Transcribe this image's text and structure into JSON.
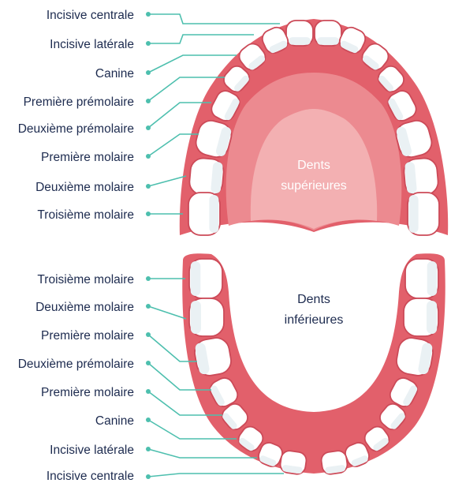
{
  "upper": {
    "center_label": [
      "Dents",
      "supérieures"
    ],
    "labels": [
      "Incisive centrale",
      "Incisive latérale",
      "Canine",
      "Première prémolaire",
      "Deuxième prémolaire",
      "Première molaire",
      "Deuxième molaire",
      "Troisième molaire"
    ]
  },
  "lower": {
    "center_label": [
      "Dents",
      "inférieures"
    ],
    "labels": [
      "Troisième molaire",
      "Deuxième molaire",
      "Première molaire",
      "Deuxième prémolaire",
      "Première molaire",
      "Canine",
      "Incisive latérale",
      "Incisive centrale"
    ]
  },
  "colors": {
    "gum": "#e2606b",
    "gum_dark": "#cc4a58",
    "palate": "#ec8a90",
    "palate_light": "#f3b0b2",
    "leader": "#4dbfae",
    "label_text": "#1d2b4f",
    "tooth_fill": "#ffffff",
    "tooth_shade": "#eaf1f4"
  }
}
